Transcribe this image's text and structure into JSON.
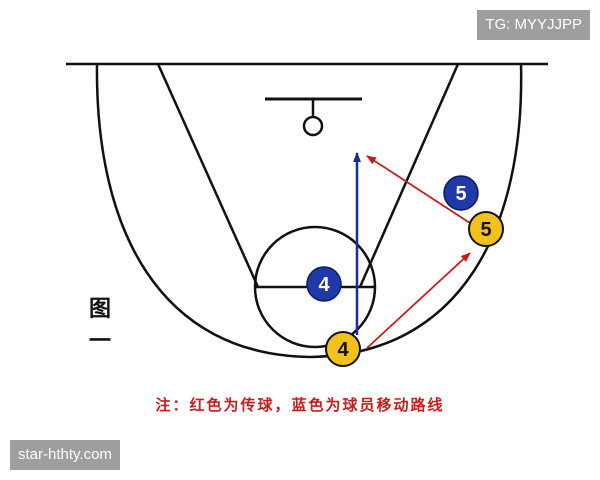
{
  "watermarks": {
    "top_right": "TG: MYYJJPP",
    "bottom_left": "star-hthty.com"
  },
  "figure_label": [
    "图",
    "一"
  ],
  "legend_note": "注：红色为传球，蓝色为球员移动路线",
  "players": {
    "offense_4": {
      "number": "4",
      "team": "yellow"
    },
    "offense_5": {
      "number": "5",
      "team": "yellow"
    },
    "defense_4": {
      "number": "4",
      "team": "blue"
    },
    "defense_5": {
      "number": "5",
      "team": "blue"
    }
  },
  "colors": {
    "court_line": "#111111",
    "pass_line": "#c81d1d",
    "movement_line": "#1a2a9c",
    "yellow_player": "#f2c21b",
    "blue_player": "#1f3aa8",
    "watermark_bg": "#9e9e9e"
  }
}
